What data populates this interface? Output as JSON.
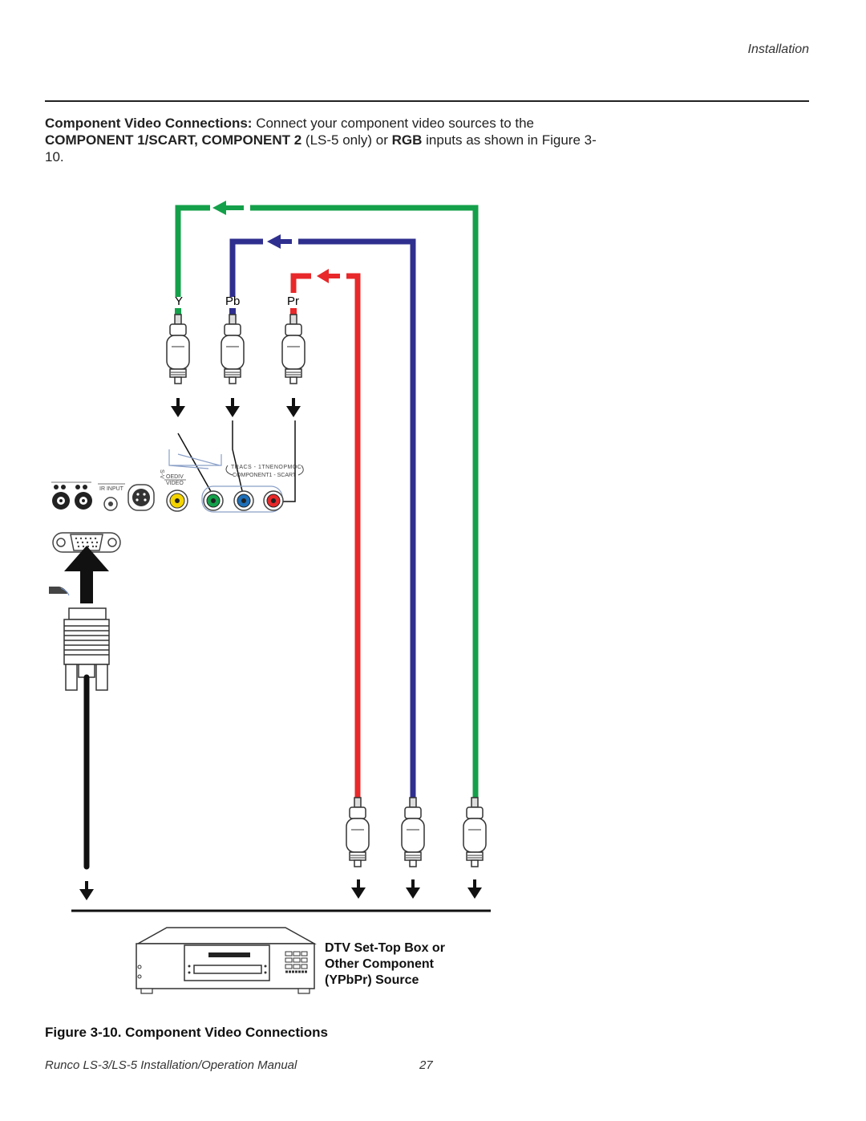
{
  "header": {
    "section": "Installation"
  },
  "intro": {
    "lead_bold": "Component Video Connections:",
    "text1": " Connect your component video sources to the ",
    "bold2": "COMPONENT 1/SCART, COMPONENT 2",
    "text2": " (LS-5 only) or ",
    "bold3": "RGB",
    "text3": " inputs as shown in Figure 3-10."
  },
  "diagram": {
    "connector_labels": {
      "y": "Y",
      "pb": "Pb",
      "pr": "Pr"
    },
    "panel_labels": {
      "ir_input": "IR INPUT",
      "video": "VIDEO",
      "video_mirrored": "OEDIV",
      "component1_scart": "COMPONENT1 - SCART",
      "component1_scart_mirrored": "TRACS - 1TNENOPMOC",
      "sv": "S-V"
    },
    "colors": {
      "y_cable": "#14a04a",
      "pb_cable": "#2f2f8f",
      "pr_cable": "#e8282a",
      "rgb_cable": "#111111"
    },
    "source_label": {
      "line1": "DTV Set-Top Box or",
      "line2": "Other Component",
      "line3": "(YPbPr) Source"
    }
  },
  "caption": "Figure 3-10. Component Video Connections",
  "footer": {
    "manual": "Runco LS-3/LS-5 Installation/Operation Manual",
    "page": "27"
  }
}
